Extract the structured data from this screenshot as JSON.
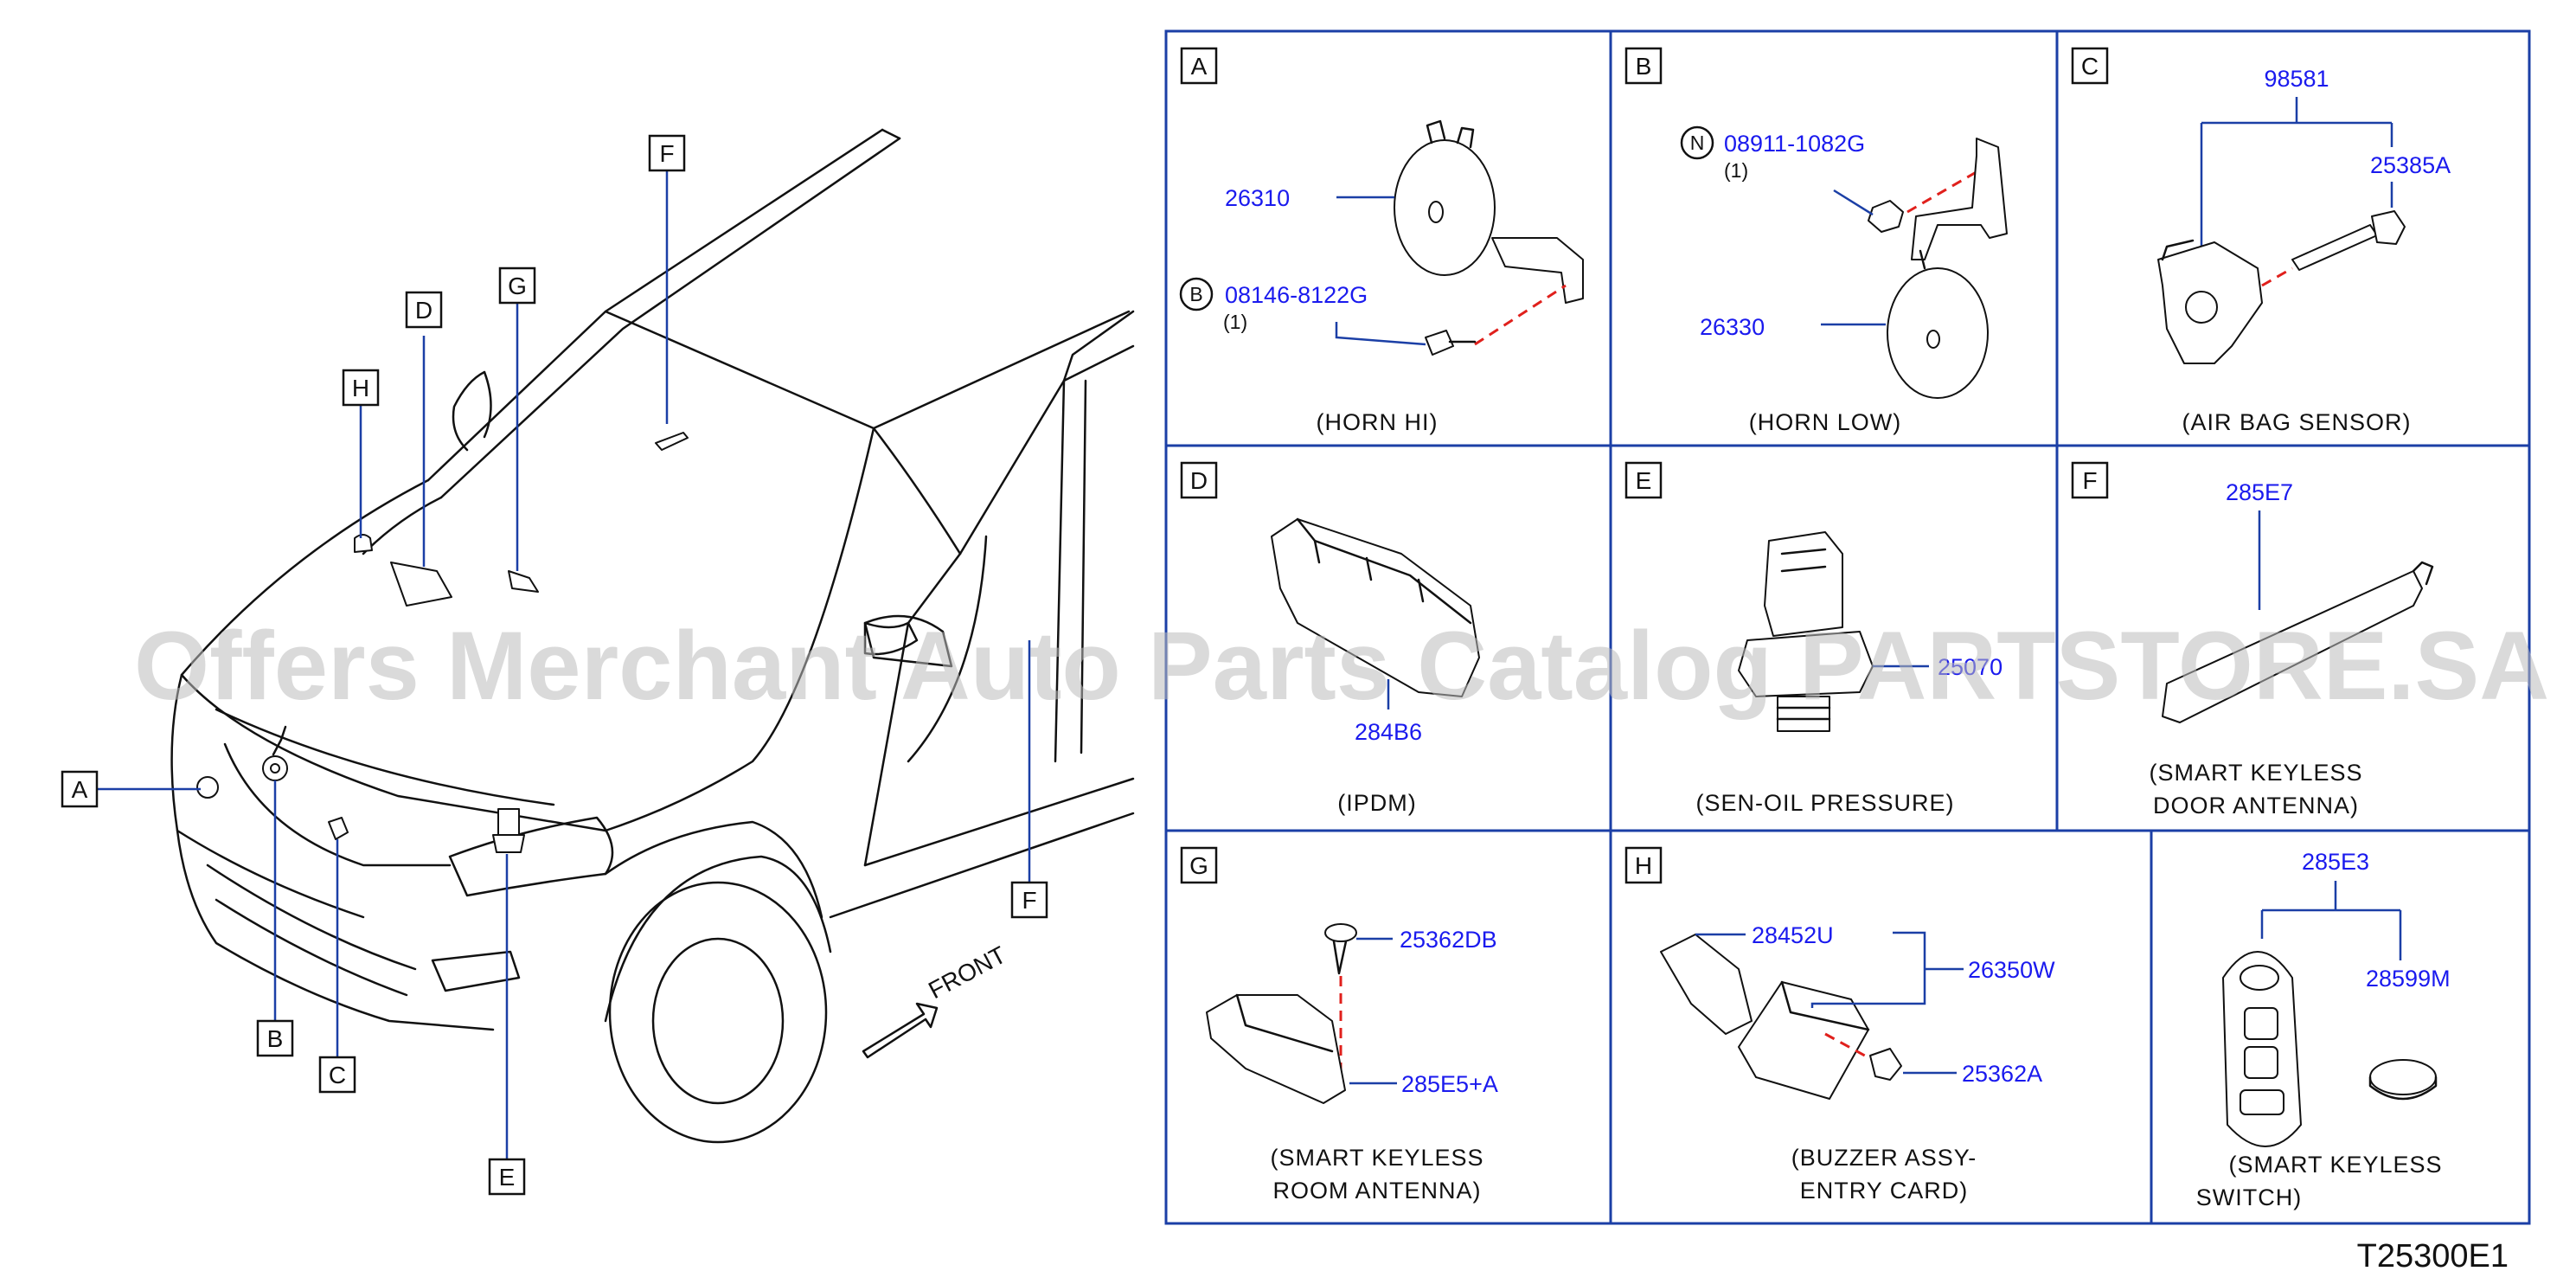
{
  "car": {
    "labels": [
      "A",
      "B",
      "C",
      "D",
      "E",
      "F",
      "F",
      "G",
      "H"
    ],
    "front_label": "FRONT"
  },
  "panels": {
    "A": {
      "letter": "A",
      "parts": [
        "26310",
        "08146-8122G"
      ],
      "qty": "(1)",
      "circle": "B",
      "caption": "(HORN   HI)"
    },
    "B": {
      "letter": "B",
      "parts": [
        "08911-1082G",
        "26330"
      ],
      "qty": "(1)",
      "circle": "N",
      "caption": "(HORN   LOW)"
    },
    "C": {
      "letter": "C",
      "parts": [
        "98581",
        "25385A"
      ],
      "caption": "(AIR   BAG   SENSOR)"
    },
    "D": {
      "letter": "D",
      "parts": [
        "284B6"
      ],
      "caption": "(IPDM)"
    },
    "E": {
      "letter": "E",
      "parts": [
        "25070"
      ],
      "caption": "(SEN-OIL   PRESSURE)"
    },
    "F": {
      "letter": "F",
      "parts": [
        "285E7"
      ],
      "caption_lines": [
        "(SMART   KEYLESS",
        "DOOR   ANTENNA)"
      ]
    },
    "G": {
      "letter": "G",
      "parts": [
        "25362DB",
        "285E5+A"
      ],
      "caption_lines": [
        "(SMART   KEYLESS",
        "ROOM   ANTENNA)"
      ]
    },
    "H": {
      "letter": "H",
      "parts": [
        "28452U",
        "26350W",
        "25362A"
      ],
      "caption_lines": [
        "(BUZZER   ASSY-",
        "ENTRY   CARD)"
      ]
    },
    "I": {
      "parts": [
        "285E3",
        "28599M"
      ],
      "caption_lines": [
        "(SMART   KEYLESS",
        "SWITCH)"
      ]
    }
  },
  "watermark": "Offers Merchant Auto Parts Catalog PARTSTORE.SA",
  "drawing_code": "T25300E1",
  "colors": {
    "part_number": "#1a1aee",
    "grid": "#1b3fa6",
    "dashed_fastener_line": "#e0201c",
    "watermark": "#bcbcbc"
  }
}
